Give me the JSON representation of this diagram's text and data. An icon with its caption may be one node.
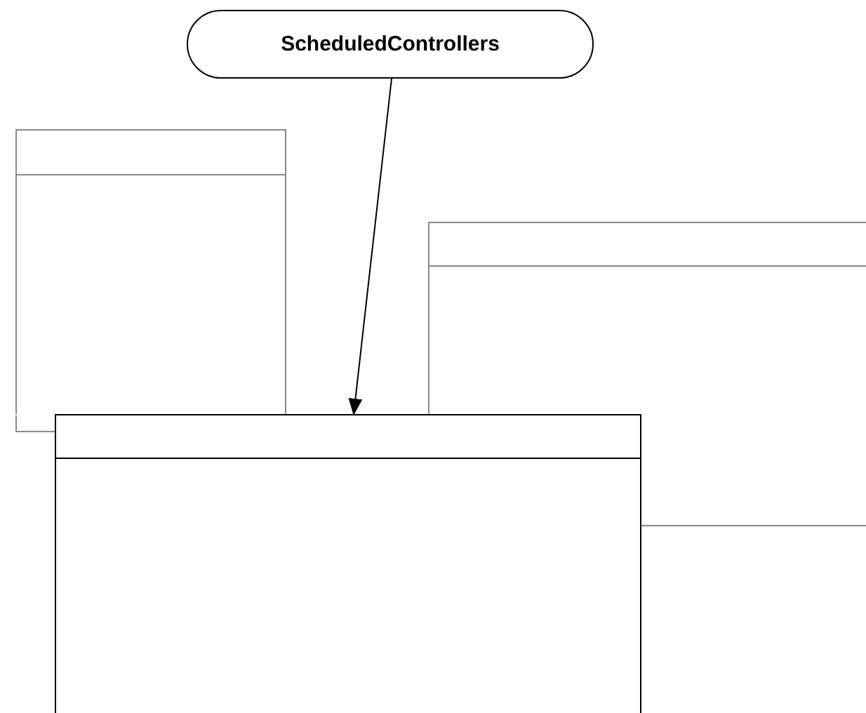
{
  "diagram": {
    "nodes": [
      {
        "text": [
          "ScheduledControllers"
        ]
      },
      {
        "text": [],
        "shape": "box"
      },
      {
        "text": [],
        "shape": "box"
      },
      {
        "text": [],
        "shape": "box"
      }
    ],
    "edges": [
      {
        "from": 0,
        "to": 3,
        "arrow": "to"
      }
    ]
  }
}
